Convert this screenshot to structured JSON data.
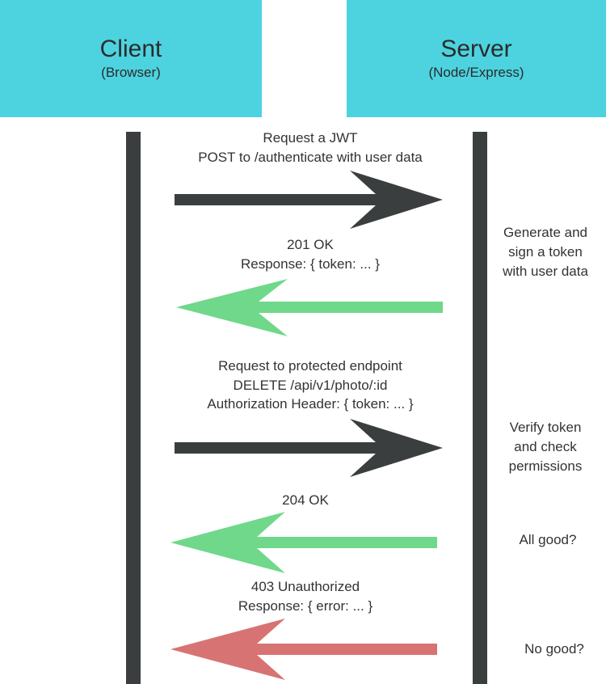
{
  "client": {
    "title": "Client",
    "subtitle": "(Browser)"
  },
  "server": {
    "title": "Server",
    "subtitle": "(Node/Express)"
  },
  "messages": [
    {
      "lines": [
        "Request a JWT",
        "POST to /authenticate with user data"
      ],
      "direction": "to-server",
      "color": "#3b3e3e"
    },
    {
      "lines": [
        "201 OK",
        "Response: { token: ... }"
      ],
      "direction": "to-client",
      "color": "#6fd88a"
    },
    {
      "lines": [
        "Request to protected endpoint",
        "DELETE /api/v1/photo/:id",
        "Authorization Header: { token: ... }"
      ],
      "direction": "to-server",
      "color": "#3b3e3e"
    },
    {
      "lines": [
        "204 OK"
      ],
      "direction": "to-client",
      "color": "#6fd88a"
    },
    {
      "lines": [
        "403 Unauthorized",
        "Response: { error: ... }"
      ],
      "direction": "to-client",
      "color": "#d87373"
    }
  ],
  "notes": [
    {
      "lines": [
        "Generate and",
        "sign a token",
        "with user data"
      ]
    },
    {
      "lines": [
        "Verify token",
        "and check",
        "permissions"
      ]
    },
    {
      "lines": [
        "All good?"
      ]
    },
    {
      "lines": [
        "No good?"
      ]
    }
  ],
  "colors": {
    "header": "#4dd3e0",
    "lifeline": "#3b3e3e",
    "request_arrow": "#3b3e3e",
    "success_arrow": "#6fd88a",
    "error_arrow": "#d87373"
  }
}
